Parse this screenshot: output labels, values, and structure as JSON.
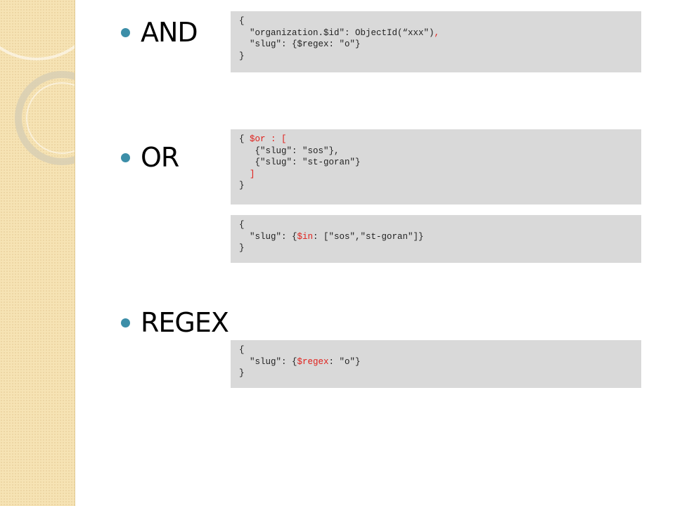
{
  "colors": {
    "bullet": "#3c8ea8",
    "code_bg": "#d9d9d9",
    "keyword": "#e0201b",
    "sidebar": "#f6e3b4"
  },
  "bullets": [
    {
      "label": "AND"
    },
    {
      "label": "OR"
    },
    {
      "label": "REGEX"
    }
  ],
  "code_blocks": {
    "and": {
      "l1": "{",
      "l2a": "  \"organization.$id\": ObjectId(“xxx\")",
      "l2b": ",",
      "l3": "  \"slug\": {$regex: \"o\"}",
      "l4": "}"
    },
    "or": {
      "l1a": "{ ",
      "l1b": "$or : [",
      "l2": "   {\"slug\": \"sos\"},",
      "l3": "   {\"slug\": \"st-goran\"}",
      "l4": "  ]",
      "l5": "}"
    },
    "in": {
      "l1": "{",
      "l2a": "  \"slug\": {",
      "l2b": "$in",
      "l2c": ": [\"sos\",\"st-goran\"]}",
      "l3": "}"
    },
    "regex": {
      "l1": "{",
      "l2a": "  \"slug\": {",
      "l2b": "$regex",
      "l2c": ": \"o\"}",
      "l3": "}"
    }
  }
}
